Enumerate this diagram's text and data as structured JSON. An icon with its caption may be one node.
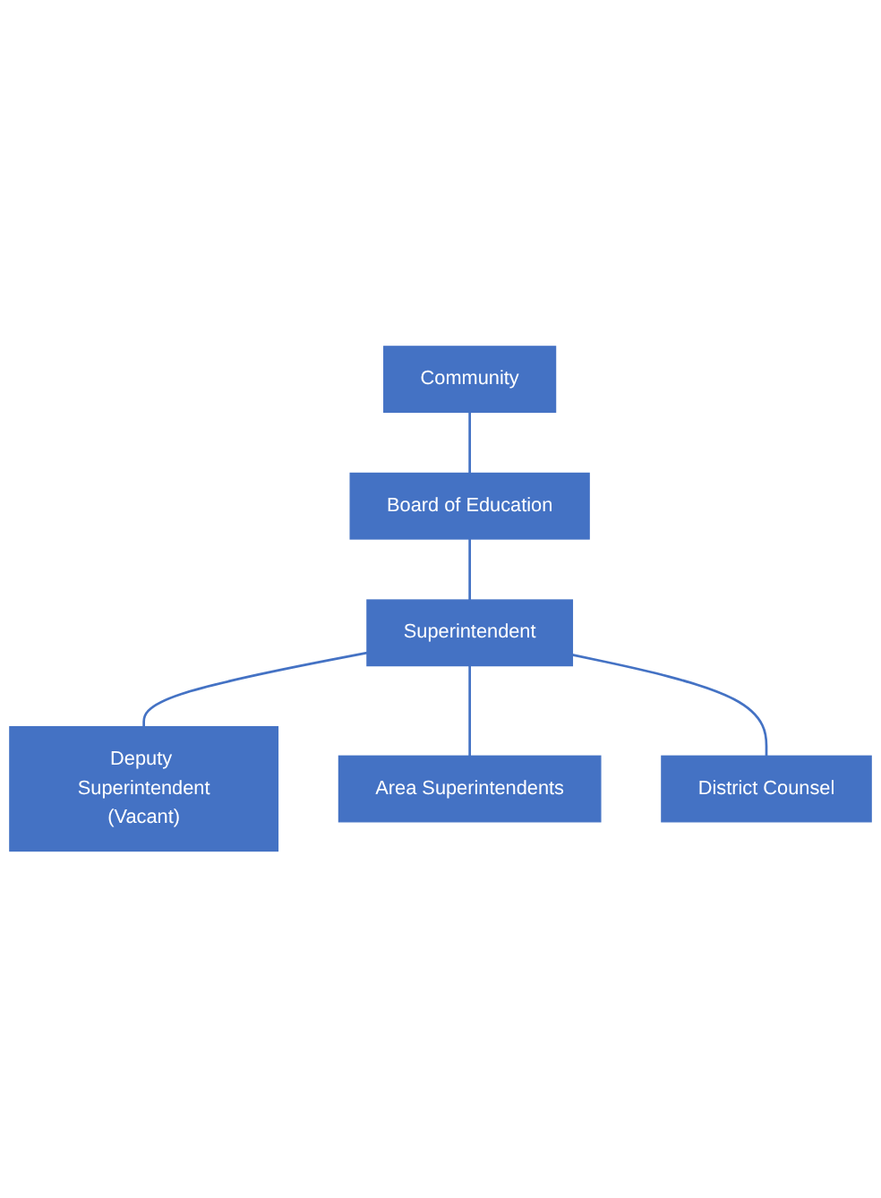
{
  "diagram": {
    "nodes": [
      {
        "text": [
          "Community"
        ]
      },
      {
        "text": [
          "Board of Education"
        ]
      },
      {
        "text": [
          "Superintendent"
        ]
      },
      {
        "text": [
          "Deputy Superintendent",
          "(Vacant)"
        ]
      },
      {
        "text": [
          "Area Superintendents"
        ]
      },
      {
        "text": [
          "District Counsel"
        ]
      }
    ],
    "edges": [
      {
        "from": 0,
        "to": 1,
        "arrow": "none"
      },
      {
        "from": 1,
        "to": 2,
        "arrow": "none"
      },
      {
        "from": 2,
        "to": 3,
        "arrow": "none"
      },
      {
        "from": 2,
        "to": 4,
        "arrow": "none"
      },
      {
        "from": 2,
        "to": 5,
        "arrow": "none"
      }
    ]
  }
}
